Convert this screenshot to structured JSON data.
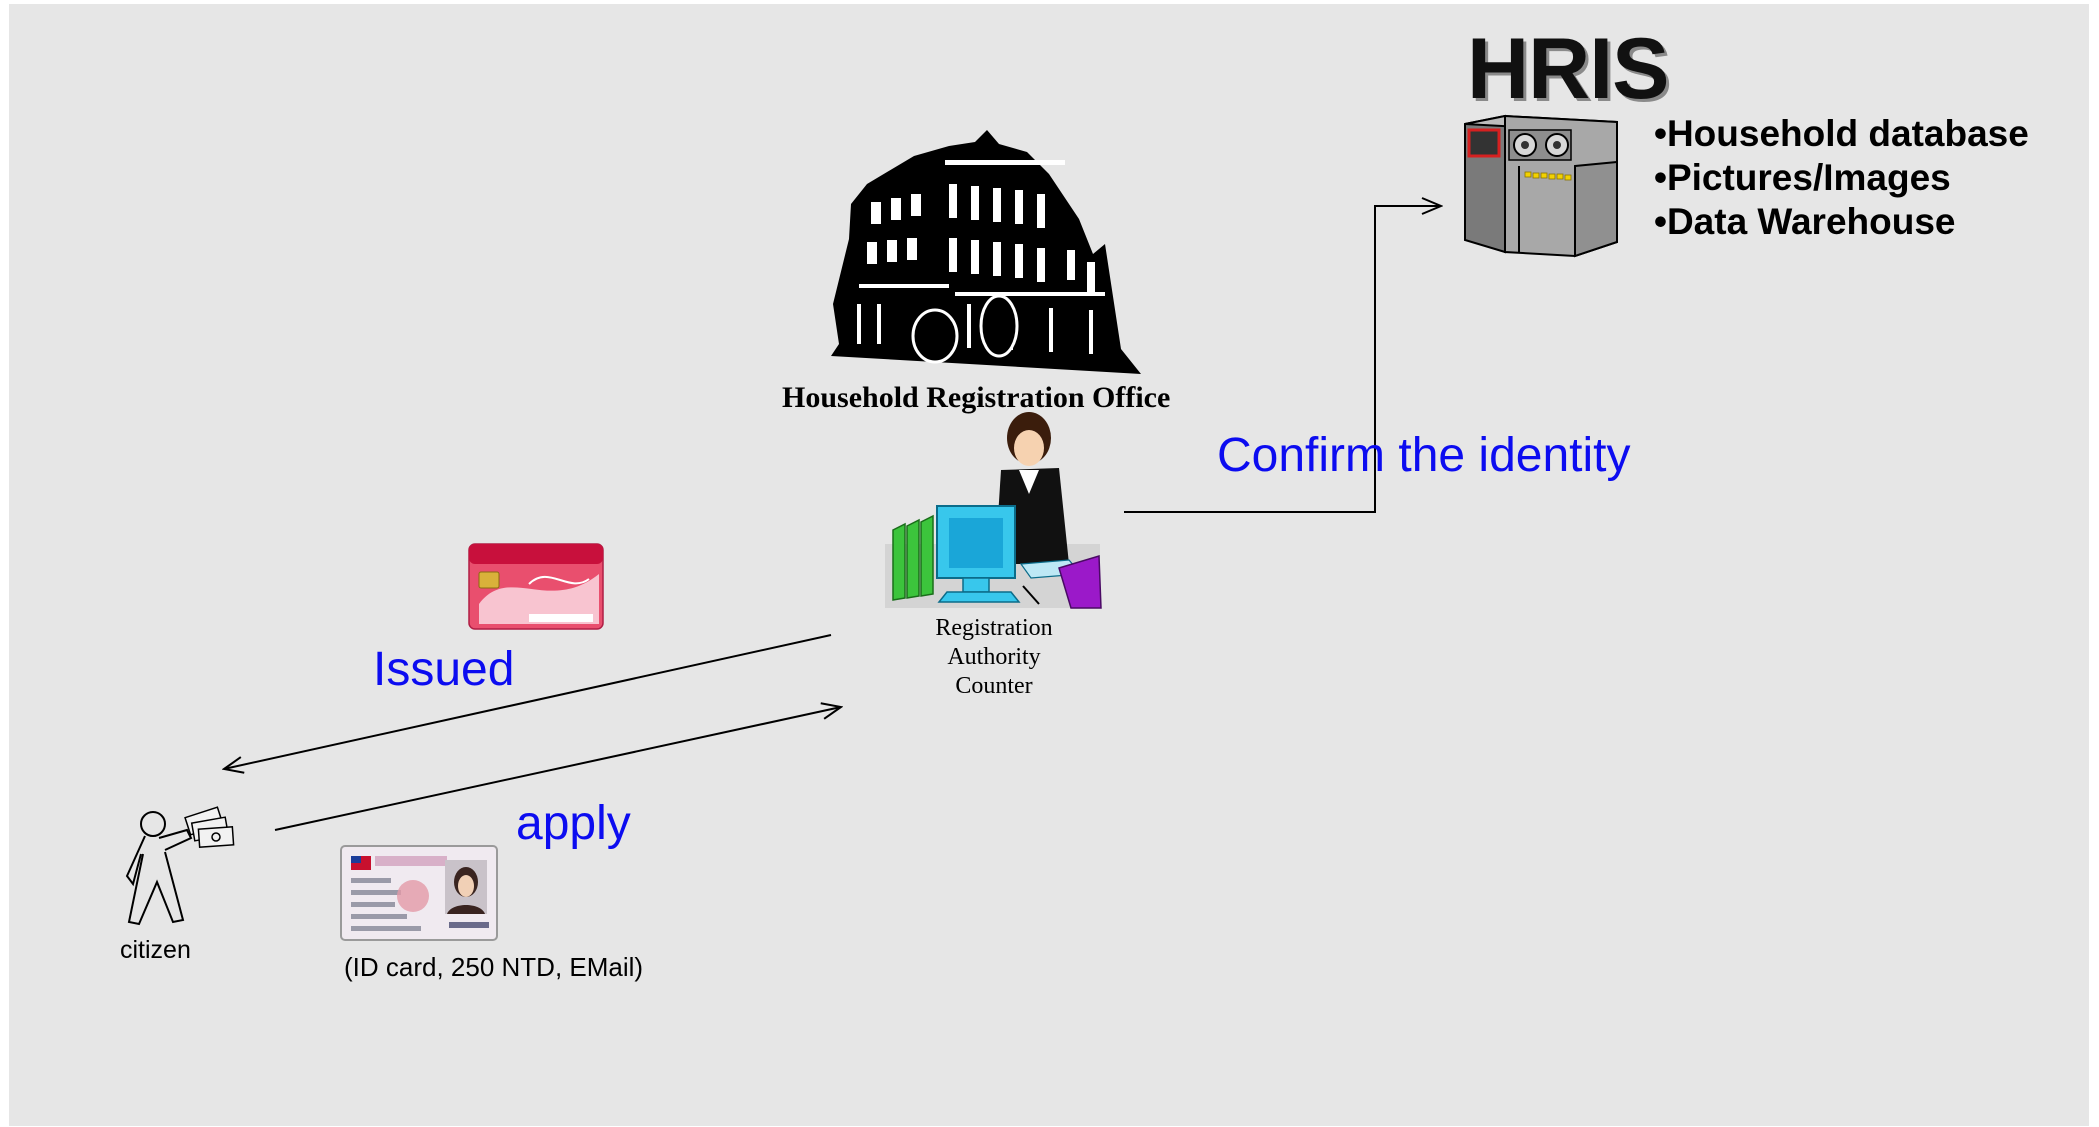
{
  "hris": {
    "title": "HRIS",
    "items": [
      "•Household database",
      "•Pictures/Images",
      "•Data Warehouse"
    ]
  },
  "office": {
    "label": "Household Registration Office"
  },
  "counter": {
    "label": "Registration Authority Counter"
  },
  "flows": {
    "confirm": "Confirm the identity",
    "issued": "Issued",
    "apply": "apply"
  },
  "citizen": {
    "label": "citizen"
  },
  "requirements": {
    "label": "(ID card, 250 NTD, EMail)"
  },
  "colors": {
    "background": "#e6e6e6",
    "flow_text": "#0c0cf0",
    "line": "#000000"
  },
  "icons": [
    "server-icon",
    "building-icon",
    "clerk-icon",
    "citizen-icon",
    "smart-card-icon",
    "id-card-icon"
  ]
}
